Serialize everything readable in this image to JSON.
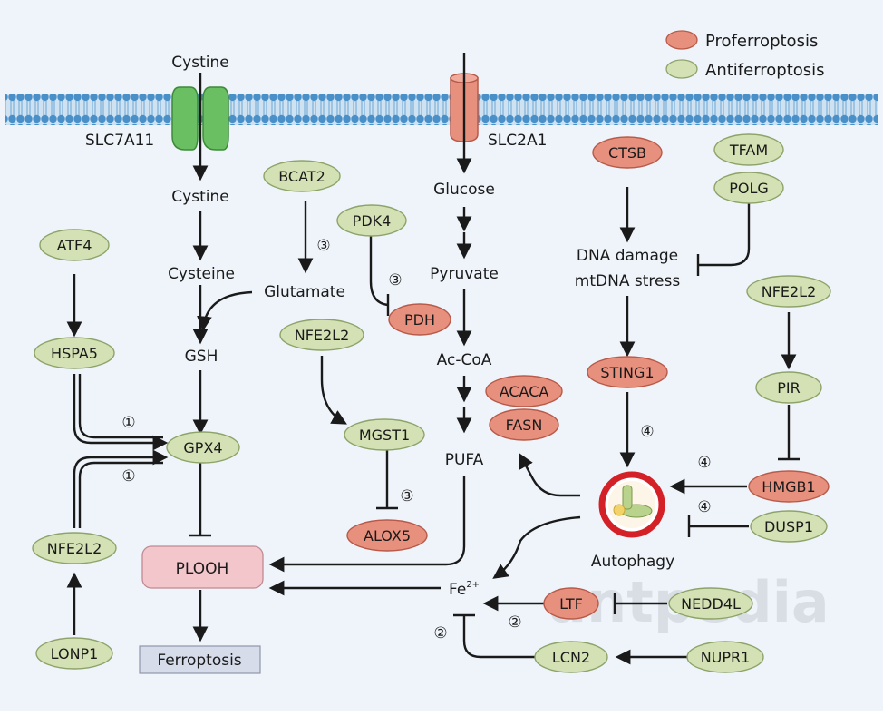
{
  "legend": {
    "proferroptosis": "Proferroptosis",
    "antiferroptosis": "Antiferroptosis"
  },
  "transporters": {
    "slc7a11": "SLC7A11",
    "slc2a1": "SLC2A1"
  },
  "metabolites": {
    "cystine_out": "Cystine",
    "cystine_in": "Cystine",
    "cysteine": "Cysteine",
    "glutamate": "Glutamate",
    "gsh": "GSH",
    "glucose": "Glucose",
    "pyruvate": "Pyruvate",
    "ac_coa": "Ac-CoA",
    "pufa": "PUFA",
    "fe2_base": "Fe",
    "fe2_sup": "2+",
    "dna_damage": "DNA damage",
    "mtdna_stress": "mtDNA stress",
    "autophagy": "Autophagy",
    "ferroptosis": "Ferroptosis"
  },
  "nodes": {
    "atf4": "ATF4",
    "hspa5": "HSPA5",
    "gpx4": "GPX4",
    "nfe2l2_left": "NFE2L2",
    "lonp1": "LONP1",
    "plooh": "PLOOH",
    "bcat2": "BCAT2",
    "pdk4": "PDK4",
    "pdh": "PDH",
    "nfe2l2_mid": "NFE2L2",
    "mgst1": "MGST1",
    "alox5": "ALOX5",
    "acaca": "ACACA",
    "fasn": "FASN",
    "ctsb": "CTSB",
    "tfam": "TFAM",
    "polg": "POLG",
    "sting1": "STING1",
    "nfe2l2_right": "NFE2L2",
    "pir": "PIR",
    "hmgb1": "HMGB1",
    "dusp1": "DUSP1",
    "ltf": "LTF",
    "nedd4l": "NEDD4L",
    "lcn2": "LCN2",
    "nupr1": "NUPR1"
  },
  "circled_numbers": {
    "one": "①",
    "two": "②",
    "three": "③",
    "four": "④"
  },
  "watermark": "antpedia",
  "colors": {
    "pro_fill": "#e8907e",
    "pro_stroke": "#b85a49",
    "anti_fill": "#d4e1b4",
    "anti_stroke": "#8ea36a",
    "membrane": "#4a90c8",
    "transporter_green": "#6abf62",
    "transporter_salmon": "#e8907e",
    "plooh_fill": "#f3c6cc",
    "ferroptosis_fill": "#d6dcea",
    "autophagy_ring": "#d42027"
  }
}
